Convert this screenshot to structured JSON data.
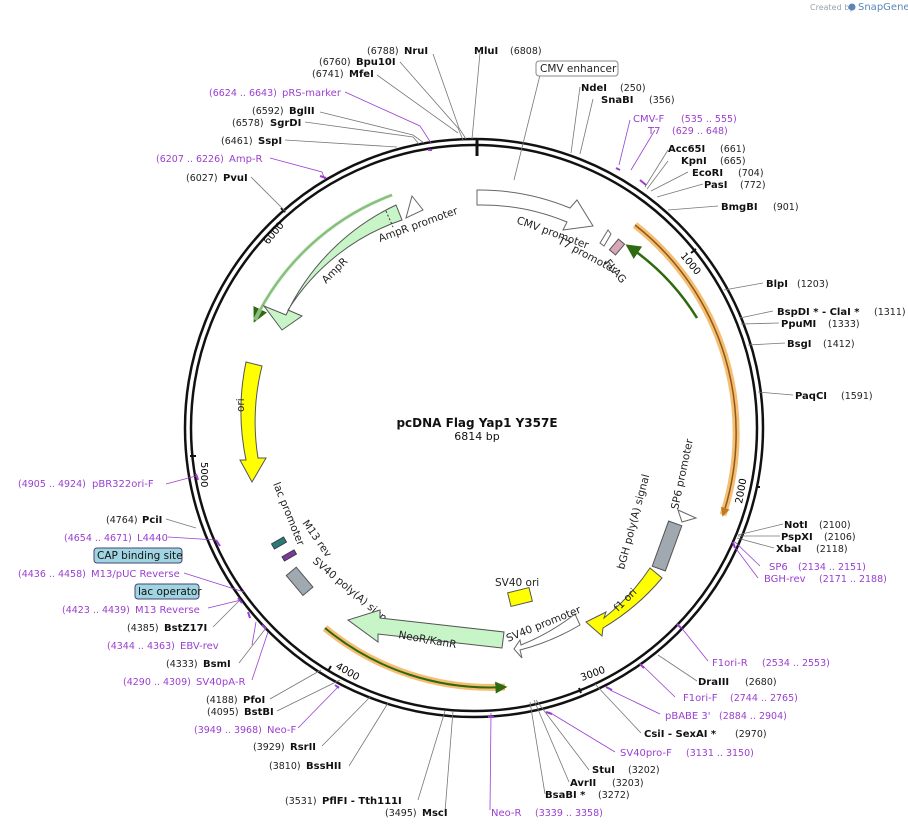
{
  "credit": {
    "created_by": "Created by",
    "brand": "SnapGene"
  },
  "plasmid": {
    "name": "pcDNA Flag Yap1 Y357E",
    "size_label": "6814 bp"
  },
  "tick_labels": [
    "1000",
    "2000",
    "3000",
    "4000",
    "5000",
    "6000"
  ],
  "enzymes": [
    {
      "name": "NruI",
      "pos": "(6788)"
    },
    {
      "name": "MluI",
      "pos": "(6808)"
    },
    {
      "name": "Bpu10I",
      "pos": "(6760)"
    },
    {
      "name": "MfeI",
      "pos": "(6741)"
    },
    {
      "name": "BglII",
      "pos": "(6592)"
    },
    {
      "name": "SgrDI",
      "pos": "(6578)"
    },
    {
      "name": "SspI",
      "pos": "(6461)"
    },
    {
      "name": "PvuI",
      "pos": "(6027)"
    },
    {
      "name": "NdeI",
      "pos": "(250)"
    },
    {
      "name": "SnaBI",
      "pos": "(356)"
    },
    {
      "name": "Acc65I",
      "pos": "(661)"
    },
    {
      "name": "KpnI",
      "pos": "(665)"
    },
    {
      "name": "EcoRI",
      "pos": "(704)"
    },
    {
      "name": "PasI",
      "pos": "(772)"
    },
    {
      "name": "BmgBI",
      "pos": "(901)"
    },
    {
      "name": "BlpI",
      "pos": "(1203)"
    },
    {
      "name": "BspDI * - ClaI *",
      "pos": "(1311)"
    },
    {
      "name": "PpuMI",
      "pos": "(1333)"
    },
    {
      "name": "BsgI",
      "pos": "(1412)"
    },
    {
      "name": "PaqCI",
      "pos": "(1591)"
    },
    {
      "name": "NotI",
      "pos": "(2100)"
    },
    {
      "name": "PspXI",
      "pos": "(2106)"
    },
    {
      "name": "XbaI",
      "pos": "(2118)"
    },
    {
      "name": "DraIII",
      "pos": "(2680)"
    },
    {
      "name": "CsiI - SexAI *",
      "pos": "(2970)"
    },
    {
      "name": "StuI",
      "pos": "(3202)"
    },
    {
      "name": "AvrII",
      "pos": "(3203)"
    },
    {
      "name": "BsaBI *",
      "pos": "(3272)"
    },
    {
      "name": "MscI",
      "pos": "(3495)"
    },
    {
      "name": "PflFI - Tth111I",
      "pos": "(3531)"
    },
    {
      "name": "BssHII",
      "pos": "(3810)"
    },
    {
      "name": "RsrII",
      "pos": "(3929)"
    },
    {
      "name": "BstBI",
      "pos": "(4095)"
    },
    {
      "name": "PfoI",
      "pos": "(4188)"
    },
    {
      "name": "BsmI",
      "pos": "(4333)"
    },
    {
      "name": "BstZ17I",
      "pos": "(4385)"
    },
    {
      "name": "PciI",
      "pos": "(4764)"
    }
  ],
  "primers": [
    {
      "name": "pRS-marker",
      "pos": "(6624 .. 6643)"
    },
    {
      "name": "Amp-R",
      "pos": "(6207 .. 6226)"
    },
    {
      "name": "CMV-F",
      "pos": "(535 .. 555)"
    },
    {
      "name": "T7",
      "pos": "(629 .. 648)"
    },
    {
      "name": "SP6",
      "pos": "(2134 .. 2151)"
    },
    {
      "name": "BGH-rev",
      "pos": "(2171 .. 2188)"
    },
    {
      "name": "F1ori-R",
      "pos": "(2534 .. 2553)"
    },
    {
      "name": "F1ori-F",
      "pos": "(2744 .. 2765)"
    },
    {
      "name": "pBABE 3'",
      "pos": "(2884 .. 2904)"
    },
    {
      "name": "SV40pro-F",
      "pos": "(3131 .. 3150)"
    },
    {
      "name": "Neo-R",
      "pos": "(3339 .. 3358)"
    },
    {
      "name": "Neo-F",
      "pos": "(3949 .. 3968)"
    },
    {
      "name": "SV40pA-R",
      "pos": "(4290 .. 4309)"
    },
    {
      "name": "EBV-rev",
      "pos": "(4344 .. 4363)"
    },
    {
      "name": "M13 Reverse",
      "pos": "(4423 .. 4439)"
    },
    {
      "name": "M13/pUC Reverse",
      "pos": "(4436 .. 4458)"
    },
    {
      "name": "L4440",
      "pos": "(4654 .. 4671)"
    },
    {
      "name": "pBR322ori-F",
      "pos": "(4905 .. 4924)"
    }
  ],
  "boxed_labels": [
    "CMV enhancer",
    "CAP binding site",
    "lac operator"
  ],
  "features": [
    "CMV promoter",
    "T7 promoter",
    "FLAG",
    "AmpR promoter",
    "AmpR",
    "ori",
    "lac promoter",
    "M13 rev",
    "SV40 poly(A) signal",
    "NeoR/KanR",
    "SV40 promoter",
    "SV40 ori",
    "f1 ori",
    "bGH poly(A) signal",
    "SP6 promoter"
  ],
  "colors": {
    "primer": "#9a3fcf",
    "ampr_fill": "#c8f5c8",
    "ori_fill": "#ffff00",
    "orf_highlight": "#f5b35a",
    "backbone": "#111111"
  }
}
